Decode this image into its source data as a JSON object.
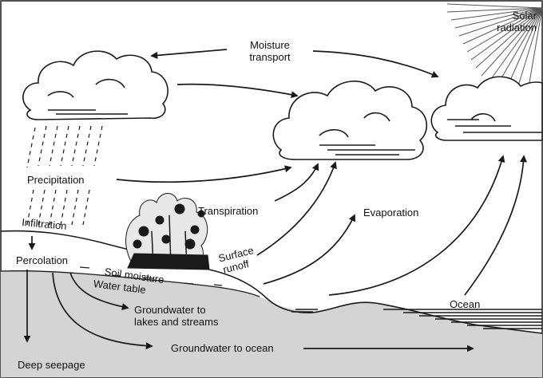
{
  "labels": {
    "solar_radiation": [
      "Solar",
      "radiation"
    ],
    "moisture_transport": [
      "Moisture",
      "transport"
    ],
    "precipitation": "Precipitation",
    "transpiration": "Transpiration",
    "evaporation": "Evaporation",
    "infiltration": "Infiltration",
    "percolation": "Percolation",
    "soil_moisture": "Soil moisture",
    "water_table": "Water table",
    "surface_runoff": [
      "Surface",
      "runoff"
    ],
    "groundwater_lakes": [
      "Groundwater to",
      "lakes and streams"
    ],
    "groundwater_ocean": "Groundwater to ocean",
    "ocean": "Ocean",
    "deep_seepage": "Deep seepage"
  },
  "colors": {
    "ground": "#d4d4d4",
    "stroke": "#1a1a1a",
    "background": "#ffffff"
  }
}
